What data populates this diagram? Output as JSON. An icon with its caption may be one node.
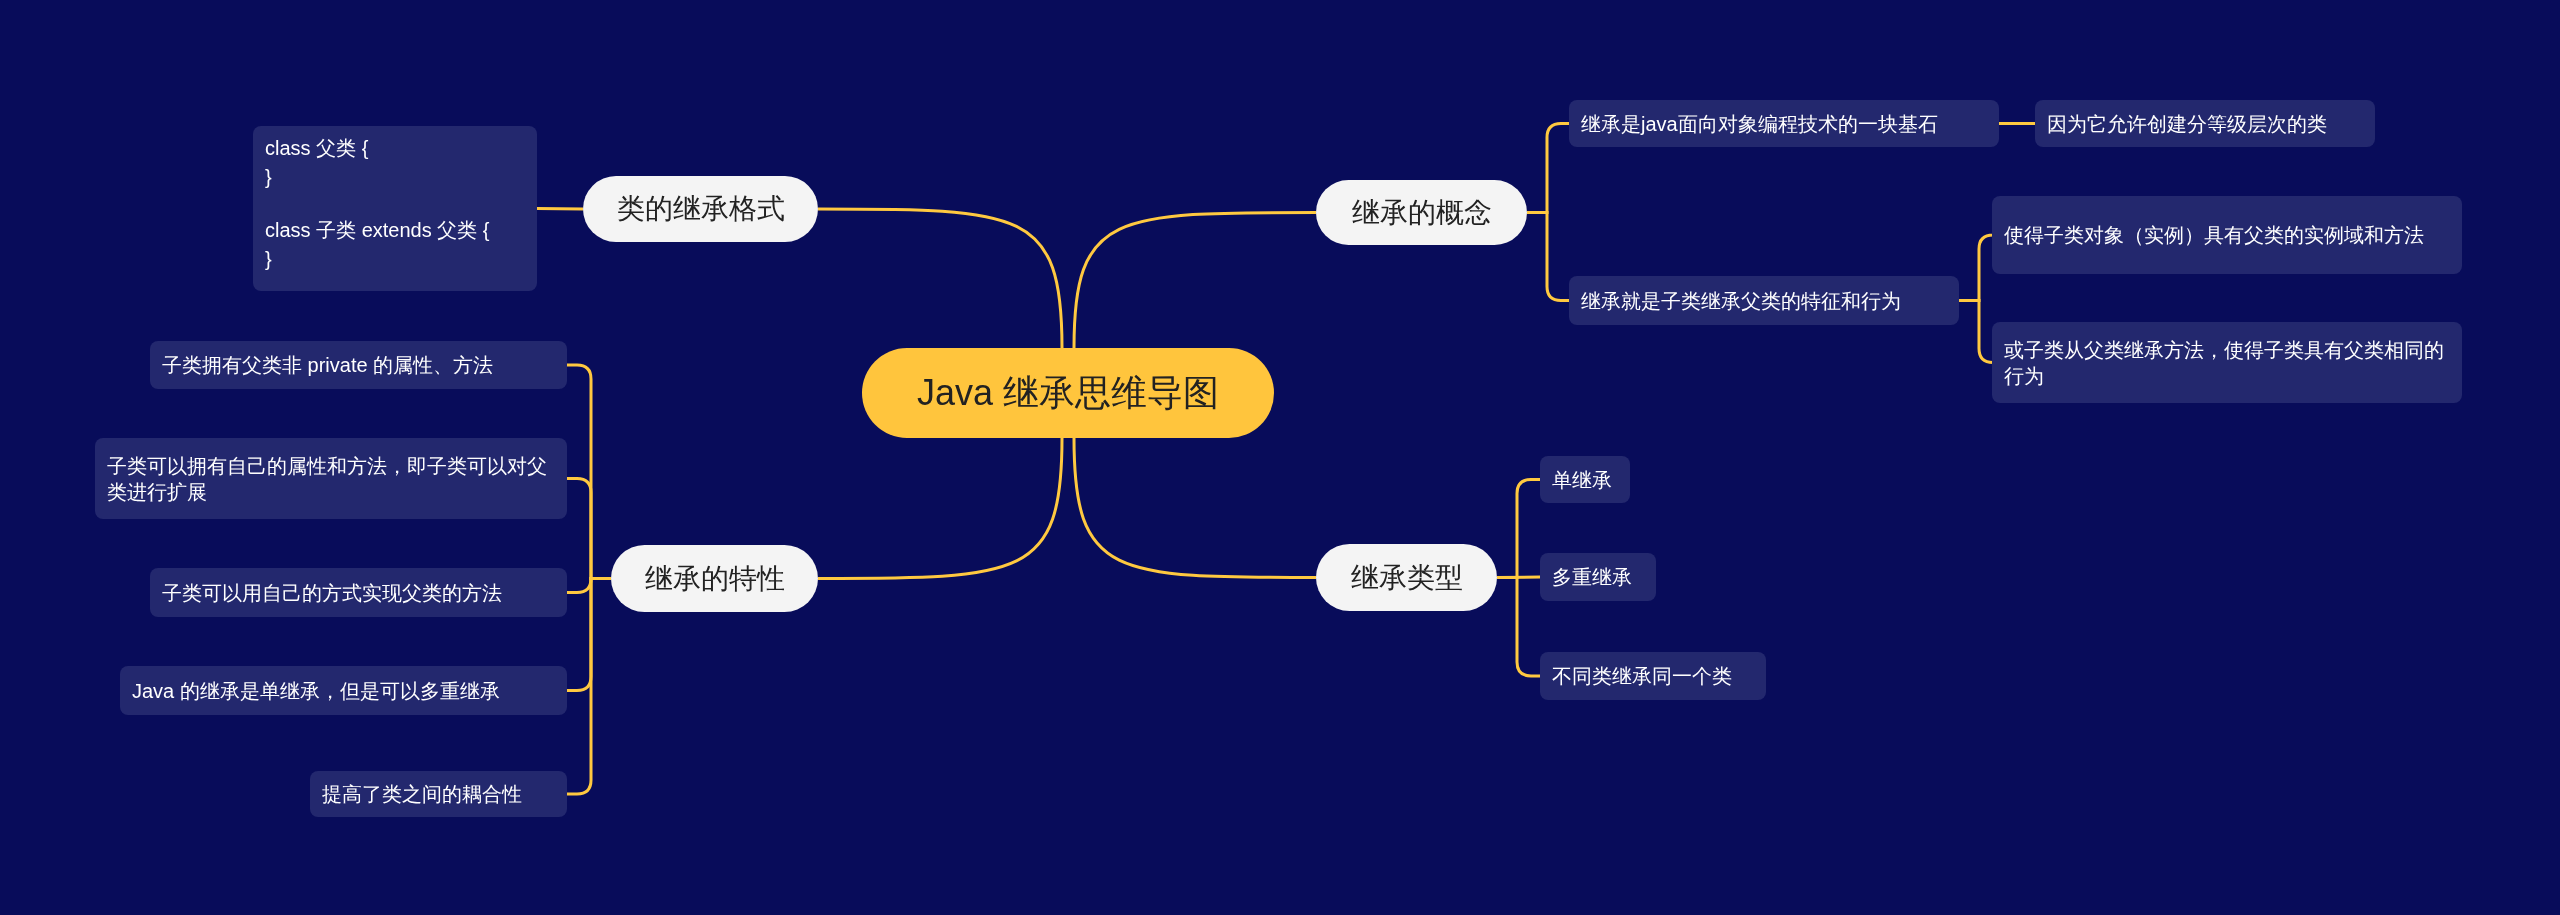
{
  "diagram": {
    "nodes": [
      {
        "text": [
          "Java 继承思维导图"
        ]
      },
      {
        "text": [
          "继承的概念"
        ]
      },
      {
        "text": [
          "继承是java面向对象编程技术的一块基石"
        ]
      },
      {
        "text": [
          "因为它允许创建分等级层次的类"
        ]
      },
      {
        "text": [
          "继承就是子类继承父类的特征和行为"
        ]
      },
      {
        "text": [
          "使得子类对象（实例）具有父类的实例域和方法"
        ]
      },
      {
        "text": [
          "或子类从父类继承方法，使得子类具有父类相同的行为"
        ]
      },
      {
        "text": [
          "继承类型"
        ]
      },
      {
        "text": [
          "单继承"
        ]
      },
      {
        "text": [
          "多重继承"
        ]
      },
      {
        "text": [
          "不同类继承同一个类"
        ]
      },
      {
        "text": [
          "类的继承格式"
        ]
      },
      {
        "text": [
          "class 父类 { }",
          "class 子类 extends 父类 { }"
        ]
      },
      {
        "text": [
          "继承的特性"
        ]
      },
      {
        "text": [
          "子类拥有父类非 private 的属性、方法"
        ]
      },
      {
        "text": [
          "子类可以拥有自己的属性和方法，即子类可以对父类进行扩展"
        ]
      },
      {
        "text": [
          "子类可以用自己的方式实现父类的方法"
        ]
      },
      {
        "text": [
          "Java 的继承是单继承，但是可以多重继承"
        ]
      },
      {
        "text": [
          "提高了类之间的耦合性"
        ]
      }
    ],
    "edges": [
      {
        "from": 0,
        "to": 1,
        "arrow": "none"
      },
      {
        "from": 1,
        "to": 2,
        "arrow": "none"
      },
      {
        "from": 2,
        "to": 3,
        "arrow": "none"
      },
      {
        "from": 1,
        "to": 4,
        "arrow": "none"
      },
      {
        "from": 4,
        "to": 5,
        "arrow": "none"
      },
      {
        "from": 4,
        "to": 6,
        "arrow": "none"
      },
      {
        "from": 0,
        "to": 7,
        "arrow": "none"
      },
      {
        "from": 7,
        "to": 8,
        "arrow": "none"
      },
      {
        "from": 7,
        "to": 9,
        "arrow": "none"
      },
      {
        "from": 7,
        "to": 10,
        "arrow": "none"
      },
      {
        "from": 0,
        "to": 11,
        "arrow": "none"
      },
      {
        "from": 11,
        "to": 12,
        "arrow": "none"
      },
      {
        "from": 0,
        "to": 13,
        "arrow": "none"
      },
      {
        "from": 13,
        "to": 14,
        "arrow": "none"
      },
      {
        "from": 13,
        "to": 15,
        "arrow": "none"
      },
      {
        "from": 13,
        "to": 16,
        "arrow": "none"
      },
      {
        "from": 13,
        "to": 17,
        "arrow": "none"
      },
      {
        "from": 13,
        "to": 18,
        "arrow": "none"
      }
    ]
  }
}
